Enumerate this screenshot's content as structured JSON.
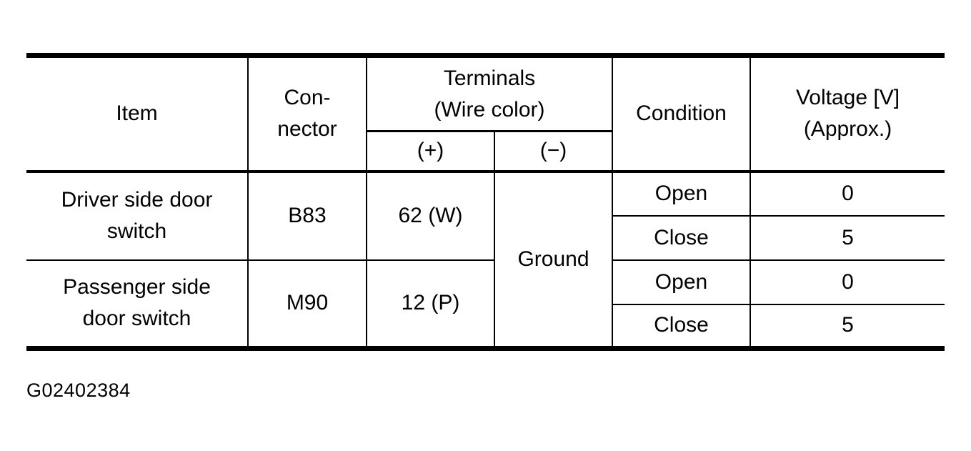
{
  "table": {
    "headers": {
      "item": "Item",
      "connector": "Con-\nnector",
      "terminals": "Terminals\n(Wire color)",
      "plus": "(+)",
      "minus": "(−)",
      "condition": "Condition",
      "voltage": "Voltage [V]\n(Approx.)"
    },
    "rows": [
      {
        "item": "Driver side door\nswitch",
        "connector": "B83",
        "plus": "62 (W)"
      },
      {
        "item": "Passenger side\ndoor switch",
        "connector": "M90",
        "plus": "12 (P)"
      }
    ],
    "minus_shared": "Ground",
    "conditions": [
      {
        "condition": "Open",
        "voltage": "0"
      },
      {
        "condition": "Close",
        "voltage": "5"
      },
      {
        "condition": "Open",
        "voltage": "0"
      },
      {
        "condition": "Close",
        "voltage": "5"
      }
    ]
  },
  "figure_id": "G02402384",
  "colors": {
    "background": "#ffffff",
    "text": "#000000",
    "border": "#000000"
  }
}
